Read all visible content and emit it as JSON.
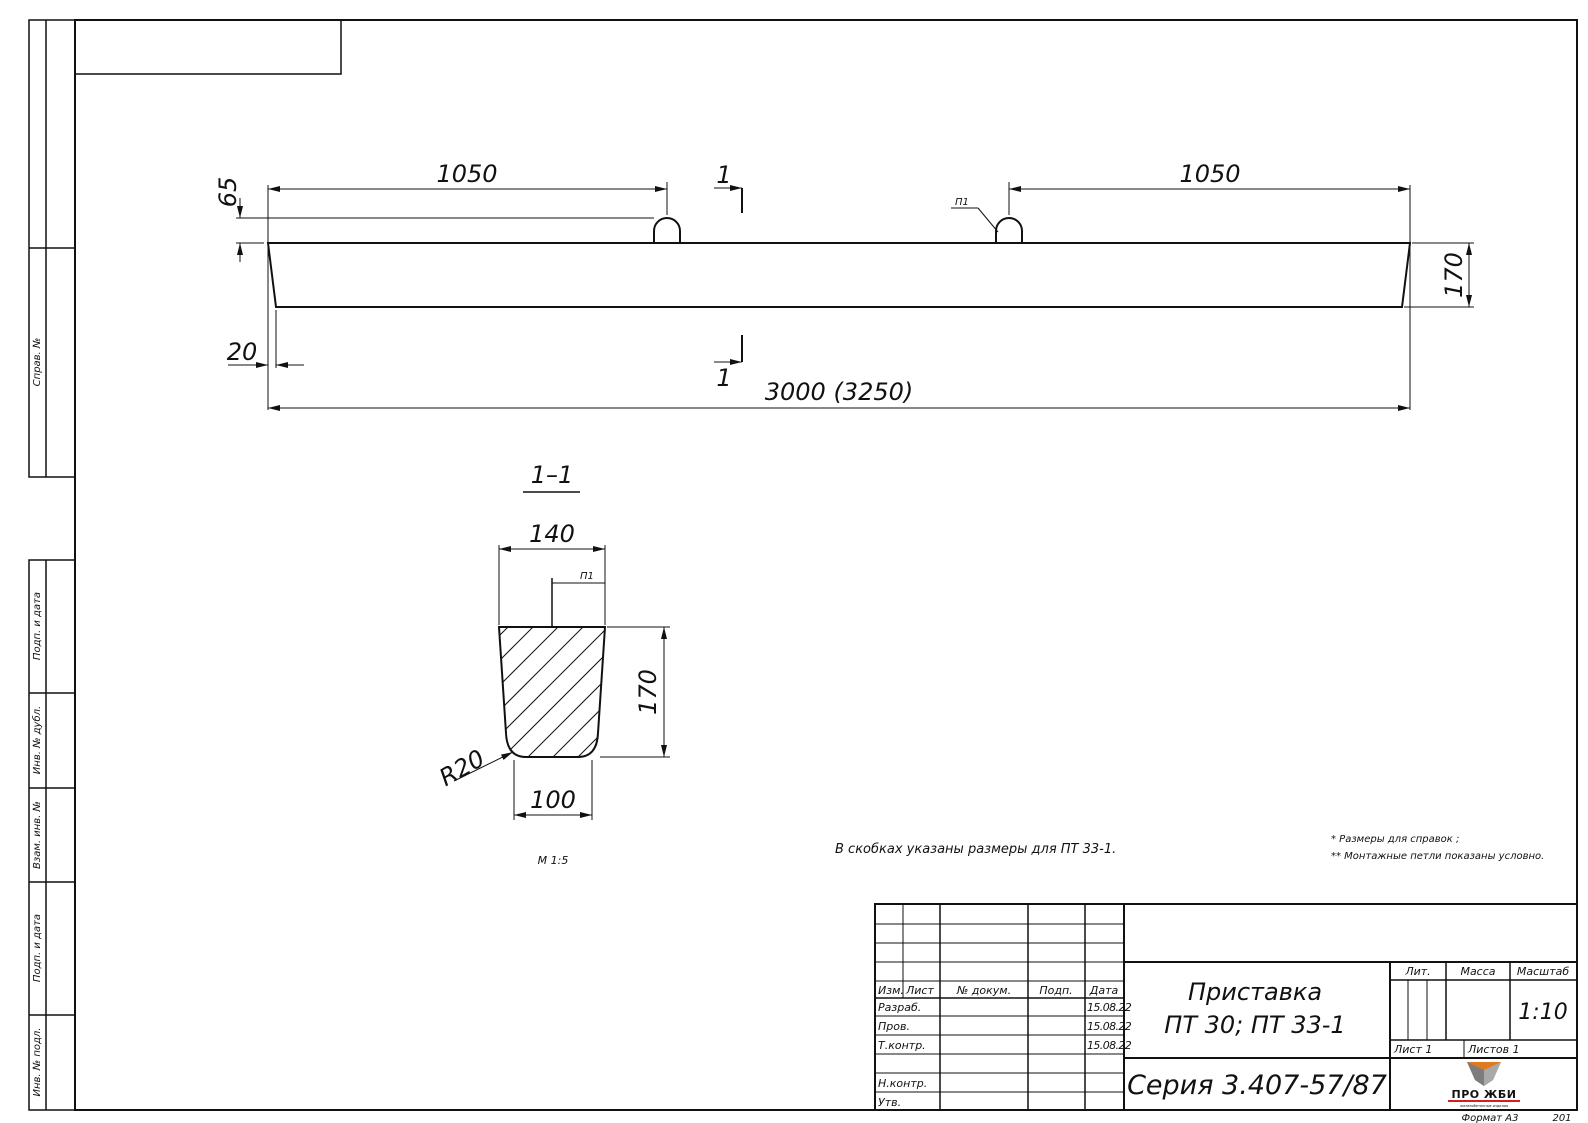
{
  "side_stamp": {
    "sprav_no": "Справ. №",
    "podp_data_1": "Подп. и дата",
    "inv_dubl": "Инв. № дубл.",
    "vzam_inv": "Взам. инв. №",
    "podp_data_2": "Подп. и дата",
    "inv_podl": "Инв. № подл."
  },
  "elevation": {
    "dim_left_1050": "1050",
    "dim_right_1050": "1050",
    "dim_65": "65",
    "dim_170": "170",
    "dim_20": "20",
    "dim_total": "3000 (3250)",
    "section_mark_top": "1",
    "section_mark_bottom": "1",
    "loop_label": "П1"
  },
  "section": {
    "title": "1–1",
    "dim_top_width": "140",
    "dim_height": "170",
    "dim_bottom_width": "100",
    "radius": "R20",
    "loop_label": "П1",
    "scale": "М 1:5"
  },
  "notes": {
    "brackets_note": "В скобках указаны размеры для ПТ 33-1.",
    "note_1": "* Размеры для справок ;",
    "note_2": "** Монтажные петли показаны условно."
  },
  "title_block": {
    "col_izm": "Изм.",
    "col_list": "Лист",
    "col_doc": "№ докум.",
    "col_podp": "Подп.",
    "col_data": "Дата",
    "row_razrab": "Разраб.",
    "row_prov": "Пров.",
    "row_tkontr": "Т.контр.",
    "row_nkontr": "Н.контр.",
    "row_utv": "Утв.",
    "date_1": "15.08.22",
    "date_2": "15.08.22",
    "date_3": "15.08.22",
    "name_line_1": "Приставка",
    "name_line_2": "ПТ 30; ПТ 33-1",
    "series": "Серия  3.407-57/87",
    "lit_header": "Лит.",
    "mass_header": "Масса",
    "scale_header": "Масштаб",
    "scale_value": "1:10",
    "sheet": "Лист  1",
    "sheets": "Листов  1",
    "logo_main": "ПРО ЖБИ",
    "logo_sub": "железобетонные изделия"
  },
  "footer": {
    "format": "Формат А3",
    "page": "201"
  },
  "colors": {
    "ink": "#111111",
    "logo_orange": "#e07a1f",
    "logo_grey": "#7d7d7d",
    "logo_red": "#d6201f"
  }
}
